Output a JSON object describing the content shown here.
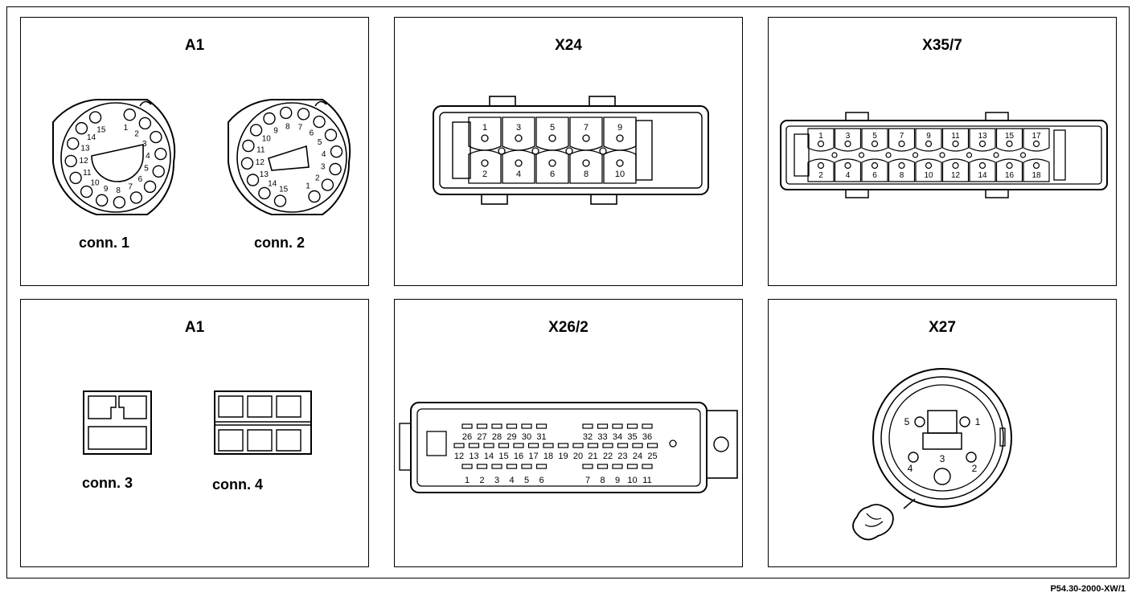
{
  "panels": {
    "a1_top": {
      "title": "A1",
      "conn1": {
        "label": "conn. 1",
        "pins": [
          "1",
          "2",
          "3",
          "4",
          "5",
          "6",
          "7",
          "8",
          "9",
          "10",
          "11",
          "12",
          "13",
          "14",
          "15"
        ]
      },
      "conn2": {
        "label": "conn. 2",
        "pins": [
          "1",
          "2",
          "3",
          "4",
          "5",
          "6",
          "7",
          "8",
          "9",
          "10",
          "11",
          "12",
          "13",
          "14",
          "15"
        ]
      }
    },
    "x24": {
      "title": "X24",
      "top_pins": [
        "1",
        "3",
        "5",
        "7",
        "9"
      ],
      "bottom_pins": [
        "2",
        "4",
        "6",
        "8",
        "10"
      ]
    },
    "x35_7": {
      "title": "X35/7",
      "top_pins": [
        "1",
        "3",
        "5",
        "7",
        "9",
        "11",
        "13",
        "15",
        "17"
      ],
      "bottom_pins": [
        "2",
        "4",
        "6",
        "8",
        "10",
        "12",
        "14",
        "16",
        "18"
      ]
    },
    "a1_bottom": {
      "title": "A1",
      "conn3": {
        "label": "conn. 3"
      },
      "conn4": {
        "label": "conn. 4"
      }
    },
    "x26_2": {
      "title": "X26/2",
      "row_top_left": [
        "26",
        "27",
        "28",
        "29",
        "30",
        "31"
      ],
      "row_top_right": [
        "32",
        "33",
        "34",
        "35",
        "36"
      ],
      "row_middle": [
        "12",
        "13",
        "14",
        "15",
        "16",
        "17",
        "18",
        "19",
        "20",
        "21",
        "22",
        "23",
        "24",
        "25"
      ],
      "row_bottom_left": [
        "1",
        "2",
        "3",
        "4",
        "5",
        "6"
      ],
      "row_bottom_right": [
        "7",
        "8",
        "9",
        "10",
        "11"
      ]
    },
    "x27": {
      "title": "X27",
      "pins": [
        "1",
        "2",
        "3",
        "4",
        "5"
      ]
    }
  },
  "reference": "P54.30-2000-XW/1"
}
